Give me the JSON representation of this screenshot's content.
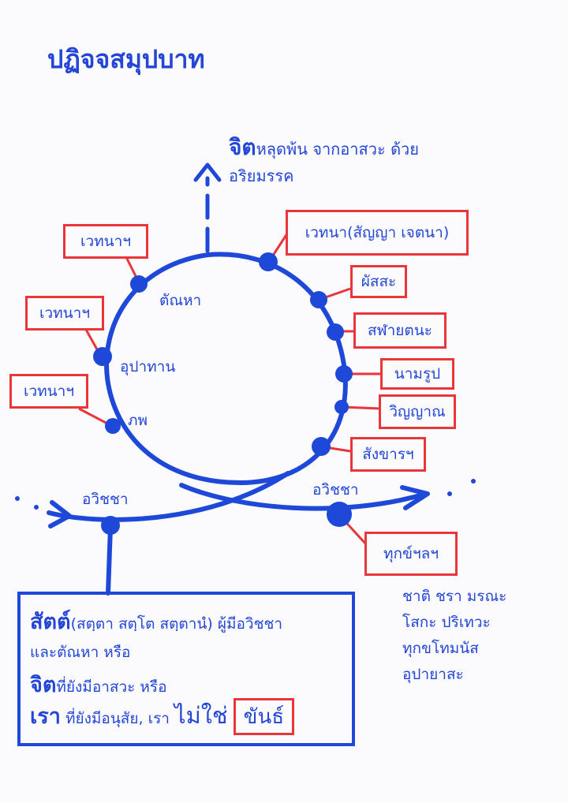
{
  "title": "ปฏิจจสมุปบาท",
  "citta_top": {
    "big": "จิต",
    "line1_rest": "หลุดพ้น จากอาสวะ ด้วย",
    "line2": "อริยมรรค"
  },
  "left_labels": {
    "box1": "เวทนาฯ",
    "box2": "เวทนาฯ",
    "box3": "เวทนาฯ",
    "tanha": "ตัณหา",
    "upadana": "อุปาทาน",
    "bhava": "ภพ",
    "avijja_left": "อวิชชา"
  },
  "right_labels": {
    "vedana_box": "เวทนา(สัญญา เจตนา)",
    "phassa": "ผัสสะ",
    "salayatana": "สฬายตนะ",
    "namarupa": "นามรูป",
    "vinnana": "วิญญาณ",
    "sankhara": "สังขารฯ",
    "avijja_right": "อวิชชา",
    "dukkha": "ทุกข์ฯลฯ"
  },
  "info": {
    "line1_big": "สัตต์",
    "line1_rest": "(สตฺตา  สตฺโต  สตฺตานํ) ผู้มีอวิชชา",
    "line2": "และตัณหา หรือ",
    "line3_big": "จิต",
    "line3_rest": "ที่ยังมีอาสวะ หรือ",
    "line4_big": "เรา",
    "line4_mid": " ที่ยังมีอนุสัย, เรา ",
    "line4_big2": "ไม่ใช่",
    "line4_box": "ขันธ์"
  },
  "side_note": {
    "l1": "ชาติ ชรา มรณะ",
    "l2": "โสกะ ปริเทวะ",
    "l3": "ทุกขโทมนัส",
    "l4": "อุปายาสะ"
  },
  "colors": {
    "ink_blue": "#1e49d8",
    "box_red": "#e8363a"
  }
}
